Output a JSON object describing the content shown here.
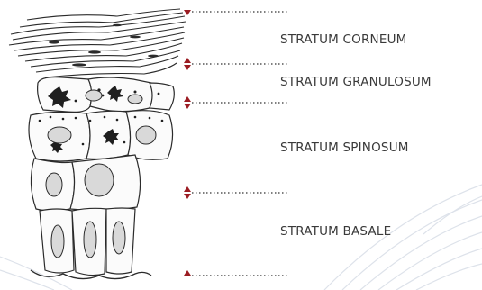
{
  "layers": [
    {
      "name": "STRATUM CORNEUM"
    },
    {
      "name": "STRATUM GRANULOSUM"
    },
    {
      "name": "STRATUM SPINOSUM"
    },
    {
      "name": "STRATUM BASALE"
    }
  ],
  "colors": {
    "label_text": "#3a3a3a",
    "marker_arrow": "#9b1c22",
    "leader_dots": "#555555",
    "cell_outline": "#2b2b2b",
    "background_curves": "#dfe3ea"
  }
}
